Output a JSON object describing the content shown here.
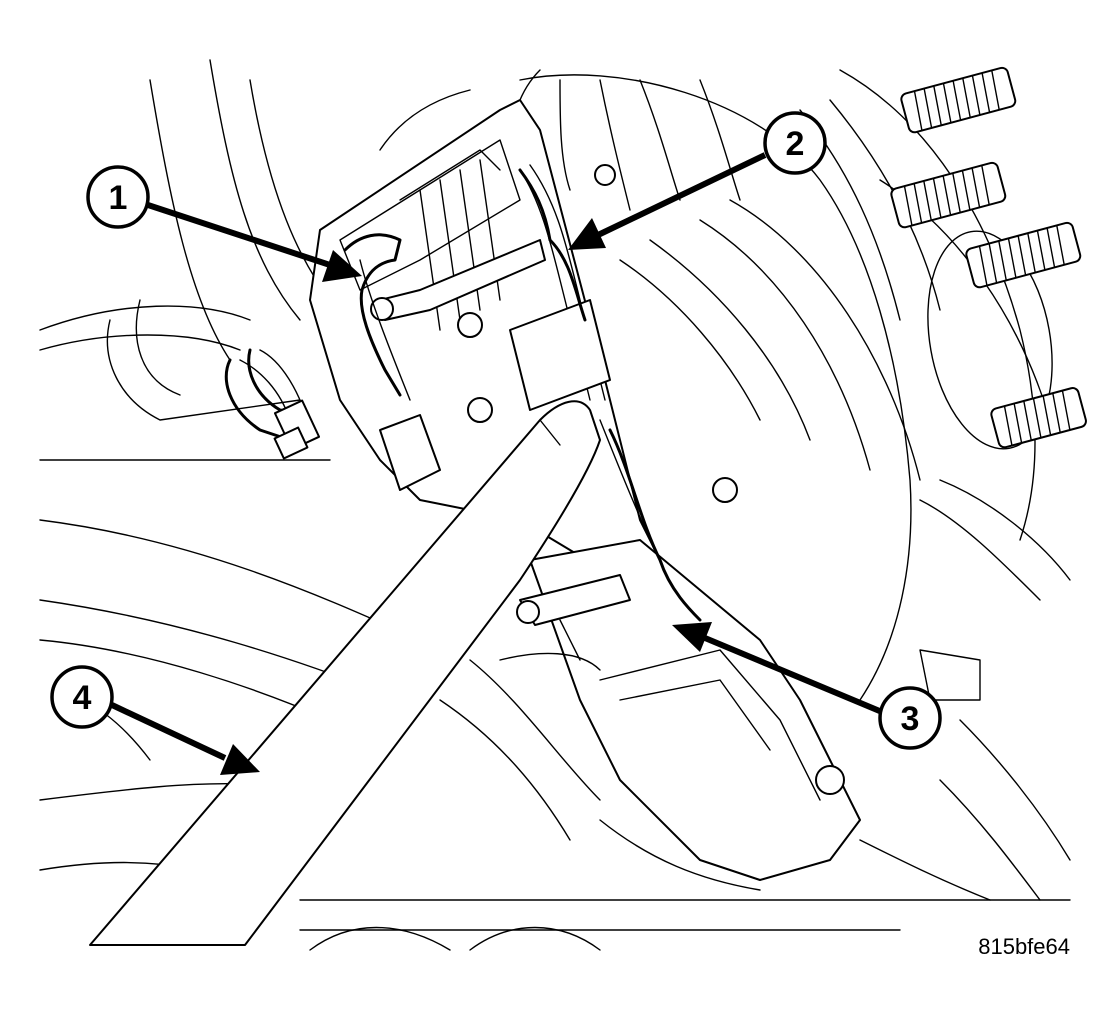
{
  "figure_id": "815bfe64",
  "callouts": [
    {
      "label": "1"
    },
    {
      "label": "2"
    },
    {
      "label": "3"
    },
    {
      "label": "4"
    }
  ]
}
